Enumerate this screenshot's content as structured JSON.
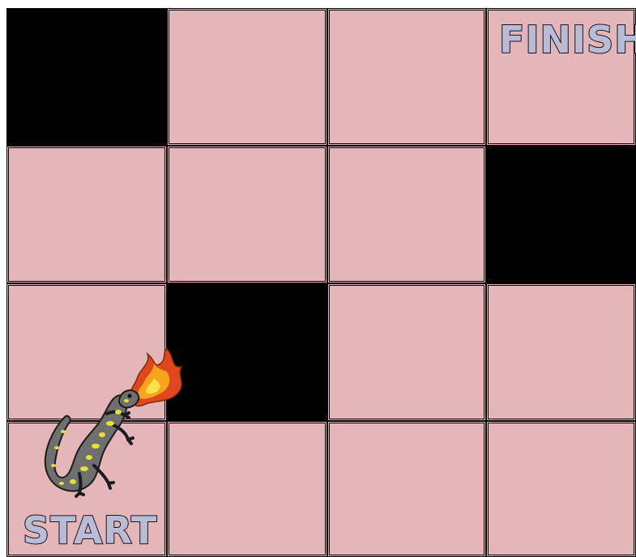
{
  "board": {
    "rows": 4,
    "cols": 4,
    "colors": {
      "open": "#e5b6b8",
      "blocked": "#000000",
      "grid_line": "#000000"
    },
    "cells": [
      [
        "blocked",
        "open",
        "open",
        "open"
      ],
      [
        "open",
        "open",
        "open",
        "blocked"
      ],
      [
        "open",
        "blocked",
        "open",
        "open"
      ],
      [
        "open",
        "open",
        "open",
        "open"
      ]
    ]
  },
  "labels": {
    "finish": "FINISH",
    "start": "START"
  },
  "player": {
    "icon": "fire-breathing-salamander-icon",
    "cell": {
      "row": 4,
      "col": 1
    }
  }
}
